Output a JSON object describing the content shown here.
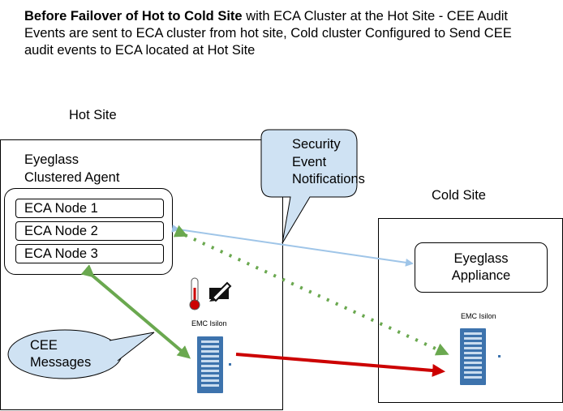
{
  "title": {
    "bold": "Before Failover of Hot to Cold Site",
    "rest": " with ECA Cluster at the Hot Site - CEE Audit Events are sent to ECA cluster from hot site, Cold cluster Configured to Send CEE audit events to ECA located at Hot Site"
  },
  "hot_site": {
    "label": "Hot Site",
    "agent_label_line1": "Eyeglass",
    "agent_label_line2": "Clustered Agent",
    "nodes": [
      "ECA Node 1",
      "ECA Node 2",
      "ECA Node 3"
    ],
    "storage_label": "EMC Isilon"
  },
  "cold_site": {
    "label": "Cold Site",
    "appliance_line1": "Eyeglass",
    "appliance_line2": "Appliance",
    "storage_label": "EMC Isilon"
  },
  "callouts": {
    "security_line1": "Security",
    "security_line2": "Event",
    "security_line3": "Notifications",
    "cee_line1": "CEE",
    "cee_line2": "Messages"
  },
  "colors": {
    "green_arrow": "#6aa84f",
    "red_arrow": "#cc0000",
    "blue_arrow": "#9fc5e8",
    "callout_fill": "#cfe2f3",
    "server_blue": "#4a7fb5"
  }
}
